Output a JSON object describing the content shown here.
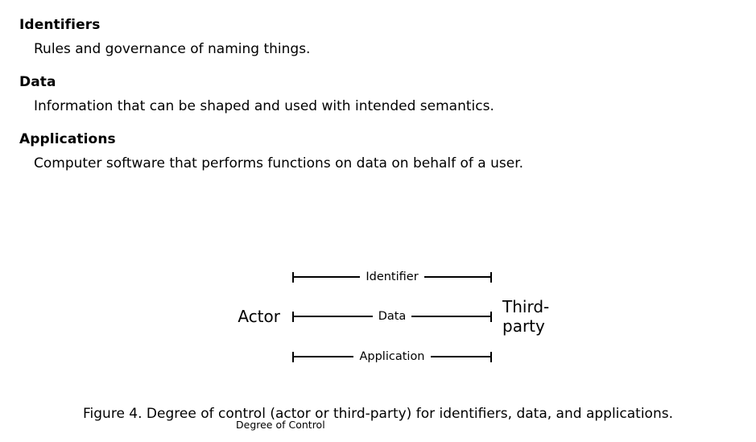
{
  "definitions": [
    {
      "term": "Identifiers",
      "description": "Rules and governance of naming things."
    },
    {
      "term": "Data",
      "description": "Information that can be shaped and used with intended semantics."
    },
    {
      "term": "Applications",
      "description": "Computer software that performs functions on data on behalf of a user."
    }
  ],
  "figure": {
    "axis_title": "Degree of Control",
    "left_endpoint": "Actor",
    "right_endpoint_line1": "Third-",
    "right_endpoint_line2": "party",
    "rows": [
      {
        "label": "Identifier"
      },
      {
        "label": "Data"
      },
      {
        "label": "Application"
      }
    ],
    "caption": "Figure 4. Degree of control (actor or third-party) for identifiers, data, and applications."
  },
  "chart_data": {
    "type": "table",
    "title": "Degree of Control",
    "xlabel": "Degree of Control",
    "categories": [
      "Identifier",
      "Data",
      "Application"
    ],
    "axis_endpoints": [
      "Actor",
      "Third-party"
    ],
    "series": [
      {
        "name": "Identifier",
        "span": [
          "Actor",
          "Third-party"
        ]
      },
      {
        "name": "Data",
        "span": [
          "Actor",
          "Third-party"
        ]
      },
      {
        "name": "Application",
        "span": [
          "Actor",
          "Third-party"
        ]
      }
    ],
    "annotations": [
      "Degree of Control"
    ]
  }
}
